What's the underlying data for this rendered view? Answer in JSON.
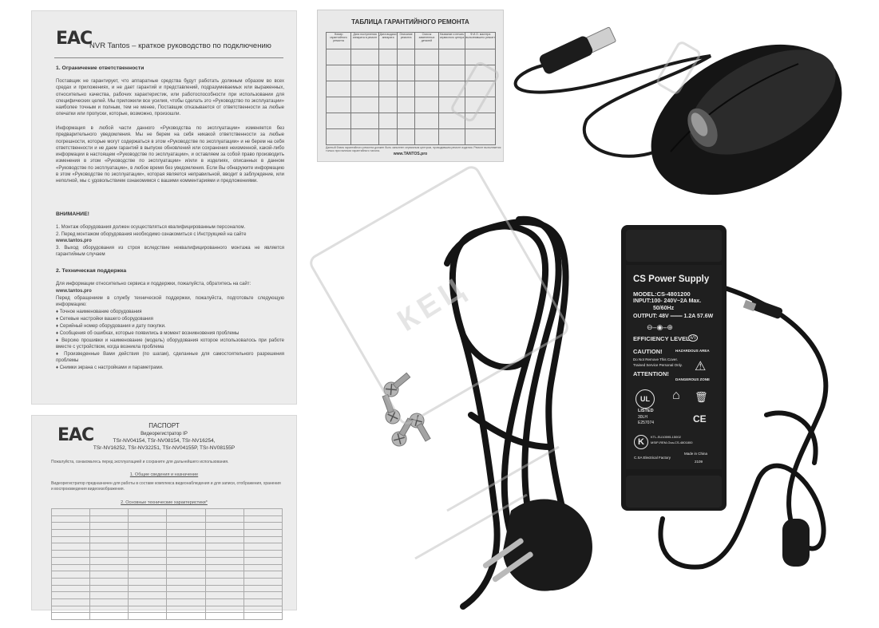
{
  "manual": {
    "eac": "EAC",
    "title": "NVR Tantos – краткое руководство по подключению",
    "section1": "1. Ограничение ответственности",
    "para1": "Поставщик не гарантирует, что аппаратные средства будут работать должным образом во всех средах и приложениях, и не дает гарантий и представлений, подразумеваемых или выраженных, относительно качества, рабочих характеристик, или работоспособности при использовании для специфических целей. Мы приложили все усилия, чтобы сделать это «Руководство по эксплуатации» наиболее точным и полным, тем не менее, Поставщик отказывается от ответственности за любые опечатки или пропуски, которые, возможно, произошли.",
    "para2": "Информация в любой части данного «Руководства по эксплуатации» изменяется без предварительного уведомления. Мы не берем на себя никакой ответственности за любые погрешности, которые могут содержаться в этом «Руководстве по эксплуатации» и не берем на себя ответственности и не даем гарантий в выпуске обновлений или сохранения неизменной, какой-либо информации в настоящем «Руководстве по эксплуатации», и оставляем за собой право производить изменения в этом «Руководстве по эксплуатации» и/или в изделиях, описанных в данном «Руководстве по эксплуатации», в любое время без уведомления. Если Вы обнаружите информацию в этом «Руководстве по эксплуатации», которая является неправильной, вводит в заблуждение, или неполной, мы с удовольствием ознакомимся с вашими комментариями и предложениями.",
    "attention": "ВНИМАНИЕ!",
    "attention1": "1. Монтаж оборудования должен осуществляться квалифицированным персоналом.",
    "attention2": "2. Перед монтажом оборудования необходимо ознакомиться с Инструкцией на сайте",
    "attention2_url": "www.tantos.pro",
    "attention3": "3. Выход оборудования из строя вследствие неквалифицированного монтажа не является гарантийным случаем",
    "section2": "2. Техническая поддержка",
    "support1": "Для информации относительно сервиса и поддержки, пожалуйста, обратитесь на сайт:",
    "support_url": "www.tantos.pro",
    "support2": "Перед обращением в службу технической поддержки, пожалуйста, подготовьте следующую информацию:",
    "list": [
      "♦ Точное наименование оборудования",
      "♦ Сетевые настройки вашего оборудования",
      "♦ Серийный номер оборудования и дату покупки.",
      "♦ Сообщения об ошибках, которые появились в момент возникновения проблемы",
      "♦ Версию прошивки и наименование (модель) оборудования которое использовалось при работе вместе с устройством, когда возникла проблема",
      "♦ Произведенные Вами действия (по шагам), сделанные для самостоятельного разрешения проблемы",
      "♦ Снимки экрана с настройками и параметрами."
    ]
  },
  "passport": {
    "eac": "EAC",
    "title": "ПАСПОРТ",
    "subtitle": "Видеорегистратор IP",
    "models1": "TSr-NV04154, TSr-NV08154, TSr-NV16254,",
    "models2": "TSr-NV16252, TSr-NV32251, TSr-NV04155P, TSr-NV08155P",
    "intro": "Пожалуйста, ознакомьтесь перед эксплуатацией и сохраните для дальнейшего использования.",
    "section1": "1.   Общие сведения и назначение",
    "section1_text": "Видеорегистратор предназначен для работы в составе комплекса видеонаблюдения и для записи, отображения, хранения и воспроизведения видеоизображения.",
    "section2": "2.   Основные технические характеристики*"
  },
  "warranty_card": {
    "title": "ТАБЛИЦА ГАРАНТИЙНОГО РЕМОНТА",
    "headers": [
      "Номер гарантийного ремонта",
      "Дата поступления аппарата в ремонт",
      "Дата выдачи аппарата",
      "Описание ремонта",
      "Список замененных деталей",
      "Название и печать сервисного центра",
      "Ф.И.О. мастера выполнившего ремонт"
    ],
    "note": "Данный бланк гарантийного ремонта должен быть заполнен сервисным центром, проводившим ремонт изделия. Ремонт выполняется только при наличии гарантийного талона.",
    "url": "www.TANTOS.pro"
  },
  "power_supply": {
    "brand": "CS Power Supply",
    "model": "MODEL:CS-4801200",
    "input": "INPUT:100- 240V~2A Max.",
    "freq": "50/60Hz",
    "output": "OUTPUT: 48V ═══ 1.2A 57.6W",
    "efficiency": "EFFICIENCY LEVEL:",
    "efficiency_value": "VI",
    "caution": "CAUTION!",
    "hazard": "HAZARDOUS AREA",
    "caution_text1": "Do Not Remove This Cover.",
    "caution_text2": "Trained Service Personal Only.",
    "attention": "ATTENTION!",
    "danger": "DANGEROUS ZONE",
    "listed": "LISTED",
    "listed_code1": "30LH",
    "listed_code2": "E257074",
    "kc_text": "KTL-SU10595-15002",
    "msip_text": "MSIP-REM-Gxa-CS-4801800",
    "factory": "C.SA Electrical Factory",
    "made_in": "Made in China",
    "date_code": "2109"
  },
  "watermark": {
    "text": "КЕЦ",
    "color": "#bdbdbd"
  },
  "colors": {
    "paper": "#ececec",
    "device_black": "#1b1b1b",
    "screw_metal": "#a6a6a6"
  }
}
